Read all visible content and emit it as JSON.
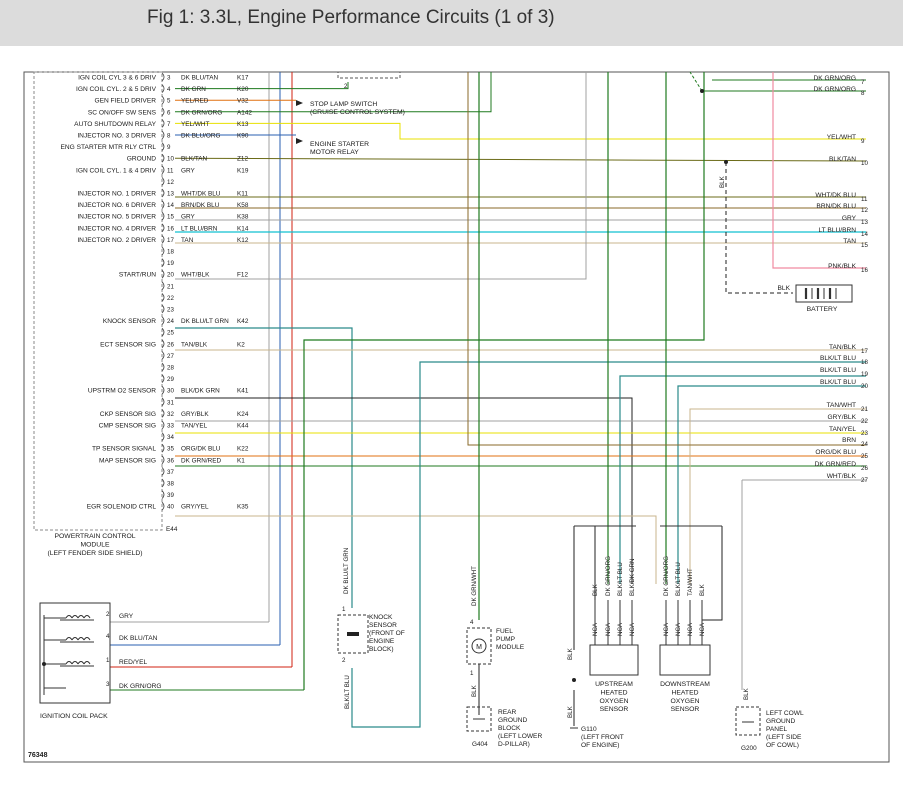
{
  "figure_title": "Fig 1: 3.3L, Engine Performance Circuits (1 of 3)",
  "figure_id": "76348",
  "pcm": {
    "name": "POWERTRAIN CONTROL\nMODULE\n(LEFT FENDER SIDE SHIELD)",
    "connector": "E44",
    "pins": [
      {
        "pin": "3",
        "label": "IGN COIL CYL 3 & 6 DRIV",
        "color": "DK BLU/TAN",
        "circuit": "K17"
      },
      {
        "pin": "4",
        "label": "IGN COIL CYL. 2 & 5 DRIV",
        "color": "DK GRN",
        "circuit": "K20"
      },
      {
        "pin": "5",
        "label": "GEN FIELD DRIVER",
        "color": "YEL/RED",
        "circuit": "V32"
      },
      {
        "pin": "6",
        "label": "SC ON/OFF SW SENS",
        "color": "DK GRN/ORG",
        "circuit": "A142"
      },
      {
        "pin": "7",
        "label": "AUTO SHUTDOWN RELAY",
        "color": "YEL/WHT",
        "circuit": "K13"
      },
      {
        "pin": "8",
        "label": "INJECTOR NO. 3 DRIVER",
        "color": "DK BLU/ORG",
        "circuit": "K90"
      },
      {
        "pin": "9",
        "label": "ENG STARTER MTR RLY CTRL",
        "color": "",
        "circuit": ""
      },
      {
        "pin": "10",
        "label": "GROUND",
        "color": "BLK/TAN",
        "circuit": "Z12"
      },
      {
        "pin": "11",
        "label": "IGN COIL CYL. 1 & 4 DRIV",
        "color": "GRY",
        "circuit": "K19"
      },
      {
        "pin": "12",
        "label": "",
        "color": "",
        "circuit": ""
      },
      {
        "pin": "13",
        "label": "INJECTOR NO. 1 DRIVER",
        "color": "WHT/DK BLU",
        "circuit": "K11"
      },
      {
        "pin": "14",
        "label": "INJECTOR NO. 6 DRIVER",
        "color": "BRN/DK BLU",
        "circuit": "K58"
      },
      {
        "pin": "15",
        "label": "INJECTOR NO. 5 DRIVER",
        "color": "GRY",
        "circuit": "K38"
      },
      {
        "pin": "16",
        "label": "INJECTOR NO. 4 DRIVER",
        "color": "LT BLU/BRN",
        "circuit": "K14"
      },
      {
        "pin": "17",
        "label": "INJECTOR NO. 2 DRIVER",
        "color": "TAN",
        "circuit": "K12"
      },
      {
        "pin": "18",
        "label": "",
        "color": "",
        "circuit": ""
      },
      {
        "pin": "19",
        "label": "",
        "color": "",
        "circuit": ""
      },
      {
        "pin": "20",
        "label": "START/RUN",
        "color": "WHT/BLK",
        "circuit": "F12"
      },
      {
        "pin": "21",
        "label": "",
        "color": "",
        "circuit": ""
      },
      {
        "pin": "22",
        "label": "",
        "color": "",
        "circuit": ""
      },
      {
        "pin": "23",
        "label": "",
        "color": "",
        "circuit": ""
      },
      {
        "pin": "24",
        "label": "KNOCK SENSOR",
        "color": "DK BLU/LT GRN",
        "circuit": "K42"
      },
      {
        "pin": "25",
        "label": "",
        "color": "",
        "circuit": ""
      },
      {
        "pin": "26",
        "label": "ECT SENSOR SIG",
        "color": "TAN/BLK",
        "circuit": "K2"
      },
      {
        "pin": "27",
        "label": "",
        "color": "",
        "circuit": ""
      },
      {
        "pin": "28",
        "label": "",
        "color": "",
        "circuit": ""
      },
      {
        "pin": "29",
        "label": "",
        "color": "",
        "circuit": ""
      },
      {
        "pin": "30",
        "label": "UPSTRM O2 SENSOR",
        "color": "BLK/DK GRN",
        "circuit": "K41"
      },
      {
        "pin": "31",
        "label": "",
        "color": "",
        "circuit": ""
      },
      {
        "pin": "32",
        "label": "CKP SENSOR SIG",
        "color": "GRY/BLK",
        "circuit": "K24"
      },
      {
        "pin": "33",
        "label": "CMP SENSOR SIG",
        "color": "TAN/YEL",
        "circuit": "K44"
      },
      {
        "pin": "34",
        "label": "",
        "color": "",
        "circuit": ""
      },
      {
        "pin": "35",
        "label": "TP SENSOR SIGNAL",
        "color": "ORG/DK BLU",
        "circuit": "K22"
      },
      {
        "pin": "36",
        "label": "MAP SENSOR SIG",
        "color": "DK GRN/RED",
        "circuit": "K1"
      },
      {
        "pin": "37",
        "label": "",
        "color": "",
        "circuit": ""
      },
      {
        "pin": "38",
        "label": "",
        "color": "",
        "circuit": ""
      },
      {
        "pin": "39",
        "label": "",
        "color": "",
        "circuit": ""
      },
      {
        "pin": "40",
        "label": "EGR SOLENOID CTRL",
        "color": "GRY/YEL",
        "circuit": "K35"
      }
    ]
  },
  "right_connections": [
    {
      "num": "7",
      "label": "DK GRN/ORG"
    },
    {
      "num": "8",
      "label": "DK GRN/ORG"
    },
    {
      "num": "9",
      "label": "YEL/WHT"
    },
    {
      "num": "10",
      "label": "BLK/TAN"
    },
    {
      "num": "11",
      "label": "WHT/DK BLU"
    },
    {
      "num": "12",
      "label": "BRN/DK BLU"
    },
    {
      "num": "13",
      "label": "GRY"
    },
    {
      "num": "14",
      "label": "LT BLU/BRN"
    },
    {
      "num": "15",
      "label": "TAN"
    },
    {
      "num": "16",
      "label": "PNK/BLK"
    },
    {
      "num": "17",
      "label": "TAN/BLK"
    },
    {
      "num": "18",
      "label": "BLK/LT BLU"
    },
    {
      "num": "19",
      "label": "BLK/LT BLU"
    },
    {
      "num": "20",
      "label": "BLK/LT BLU"
    },
    {
      "num": "21",
      "label": "TAN/WHT"
    },
    {
      "num": "22",
      "label": "GRY/BLK"
    },
    {
      "num": "23",
      "label": "TAN/YEL"
    },
    {
      "num": "24",
      "label": "BRN"
    },
    {
      "num": "25",
      "label": "ORG/DK BLU"
    },
    {
      "num": "26",
      "label": "DK GRN/RED"
    },
    {
      "num": "27",
      "label": "WHT/BLK"
    }
  ],
  "components": {
    "stop_lamp_switch": "STOP LAMP SWITCH\n(CRUISE CONTROL SYSTEM)",
    "engine_starter_relay": "ENGINE STARTER\nMOTOR RELAY",
    "battery": "BATTERY",
    "battery_wire": "BLK",
    "battery_vertical_wire": "BLK",
    "ignition_coil_pack": "IGNITION COIL PACK",
    "coil_pins": [
      {
        "pin": "2",
        "label": "GRY"
      },
      {
        "pin": "4",
        "label": "DK BLU/TAN"
      },
      {
        "pin": "1",
        "label": "RED/YEL"
      },
      {
        "pin": "3",
        "label": "DK GRN/ORG"
      }
    ],
    "knock_sensor": "KNOCK\nSENSOR\n(FRONT OF\nENGINE\nBLOCK)",
    "knock_wire_top": "DK BLU/LT GRN",
    "knock_wire_bottom": "BLK/LT BLU",
    "knock_pin_top": "1",
    "knock_pin_bottom": "2",
    "fuel_pump": "FUEL\nPUMP\nMODULE",
    "fuel_pump_wire": "DK GRN/WHT",
    "fuel_pump_pin_top": "4",
    "fuel_pump_pin_bottom": "1",
    "fuel_pump_motor": "M",
    "fuel_pump_ground_wire": "BLK",
    "rear_ground": "REAR\nGROUND\nBLOCK\n(LEFT LOWER\nD-PILLAR)",
    "rear_ground_id": "G404",
    "upstream_o2": "UPSTREAM\nHEATED\nOXYGEN\nSENSOR",
    "upstream_wires": [
      "BLK",
      "DK GRN/ORG",
      "BLK/LT BLU",
      "BLK/DK GRN"
    ],
    "downstream_o2": "DOWNSTREAM\nHEATED\nOXYGEN\nSENSOR",
    "downstream_wires": [
      "DK GRN/ORG",
      "BLK/LT BLU",
      "TAN/WHT",
      "BLK"
    ],
    "nca": "NCA",
    "g110_wire": "BLK",
    "g110_wire_lower": "BLK",
    "g110": "G110\n(LEFT FRONT\nOF ENGINE)",
    "cowl_ground": "LEFT COWL\nGROUND\nPANEL\n(LEFT SIDE\nOF COWL)",
    "cowl_ground_id": "G200",
    "cowl_wire": "BLK",
    "stop_lamp_pin": "2"
  },
  "colors": {
    "dk_grn": "#1f7a1f",
    "yellow": "#e8e000",
    "orange": "#e07010",
    "red": "#d02010",
    "blue": "#2a5fb0",
    "cyan": "#10c0d0",
    "gray": "#a0a0a0",
    "tan": "#c8b48c",
    "brown": "#8a6a2a",
    "olive": "#6b6b18",
    "pink": "#f08aa0",
    "teal": "#2a8a8a",
    "dark": "#222222"
  }
}
